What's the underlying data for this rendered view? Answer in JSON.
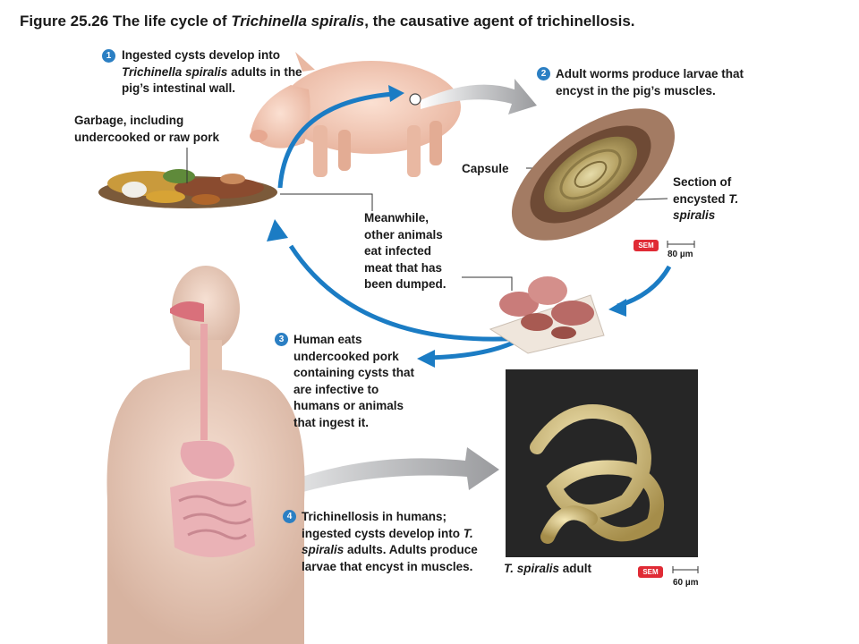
{
  "figure": {
    "title_prefix": "Figure 25.26 The life cycle of ",
    "title_italic": "Trichinella spiralis",
    "title_suffix": ", the causative agent of trichinellosis."
  },
  "steps": [
    {
      "number": "1",
      "line1": "Ingested cysts develop into",
      "line2_italic": "Trichinella spiralis",
      "line2_rest": " adults in the",
      "line3": "pig’s intestinal wall."
    },
    {
      "number": "2",
      "line1": "Adult worms produce larvae that",
      "line2": "encyst in the pig’s muscles."
    },
    {
      "number": "3",
      "lines": [
        "Human eats",
        "undercooked pork",
        "containing cysts that",
        "are infective to",
        "humans or animals",
        "that ingest it."
      ]
    },
    {
      "number": "4",
      "line1": "Trichinellosis in humans;",
      "line2_pre": "ingested cysts develop into ",
      "line2_italic": "T.",
      "line3_italic": "spiralis",
      "line3_rest": " adults. Adults produce",
      "line4": "larvae that encyst in muscles."
    }
  ],
  "labels": {
    "garbage": [
      "Garbage, including",
      "undercooked or raw pork"
    ],
    "meanwhile": [
      "Meanwhile,",
      "other animals",
      "eat infected",
      "meat that has",
      "been dumped."
    ],
    "capsule": "Capsule",
    "section": {
      "line1": "Section of",
      "line2_pre": "encysted ",
      "line2_italic": "T.",
      "line3_italic": "spiralis"
    },
    "adult_italic": "T. spiralis",
    "adult_rest": " adult"
  },
  "micrographs": {
    "sem_label": "SEM",
    "scale_top": "80 µm",
    "scale_bottom": "60 µm"
  },
  "colors": {
    "arrow_blue": "#1b7cc4",
    "badge_blue": "#2b7fc3",
    "sem_red": "#e02b35"
  }
}
